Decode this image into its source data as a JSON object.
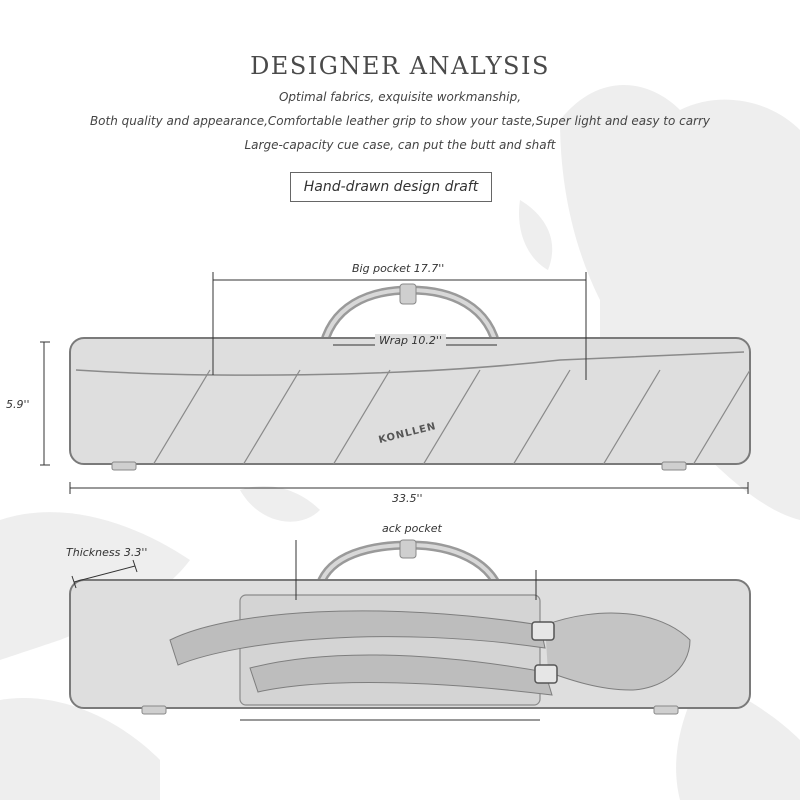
{
  "header": {
    "title": "DESIGNER ANALYSIS",
    "lines": [
      "Optimal fabrics, exquisite workmanship,",
      "Both quality and appearance,Comfortable leather grip to show your taste,Super light and easy to carry",
      "Large-capacity cue case, can put the butt and shaft"
    ]
  },
  "draft_label": "Hand-drawn design draft",
  "dimensions": {
    "big_pocket": "Big pocket 17.7''",
    "wrap": "Wrap 10.2''",
    "height": "5.9''",
    "length": "33.5''",
    "thickness": "Thickness 3.3''",
    "back_pocket": "ack pocket"
  },
  "brand": "KONLLEN"
}
